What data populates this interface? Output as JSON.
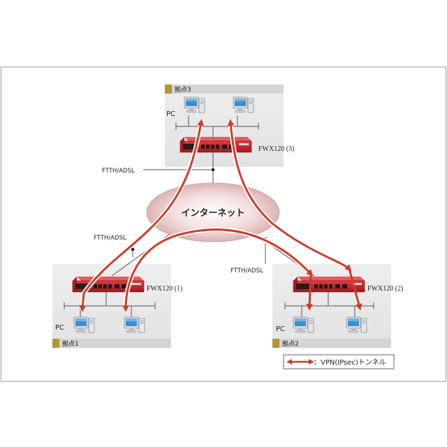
{
  "sites": {
    "site3": {
      "label": "拠点3",
      "pc_label": "PC",
      "router": "FWX120 (3)"
    },
    "site1": {
      "label": "拠点1",
      "pc_label": "PC",
      "router": "FWX120 (1)"
    },
    "site2": {
      "label": "拠点2",
      "pc_label": "PC",
      "router": "FWX120 (2)"
    }
  },
  "links": {
    "site3": "FTTH/ADSL",
    "site1": "FTTH/ADSL",
    "site2": "FTTH/ADSL"
  },
  "internet": {
    "label": "インターネット"
  },
  "legend": {
    "label": "：VPN(IPsec)トンネル"
  },
  "colors": {
    "tunnel": "#d03a2a",
    "router": "#c8202a",
    "panel": "#e6e6e6",
    "header": "#d6d6d6",
    "header_marker": "#b69632",
    "cloud": "#e9c9c9"
  }
}
